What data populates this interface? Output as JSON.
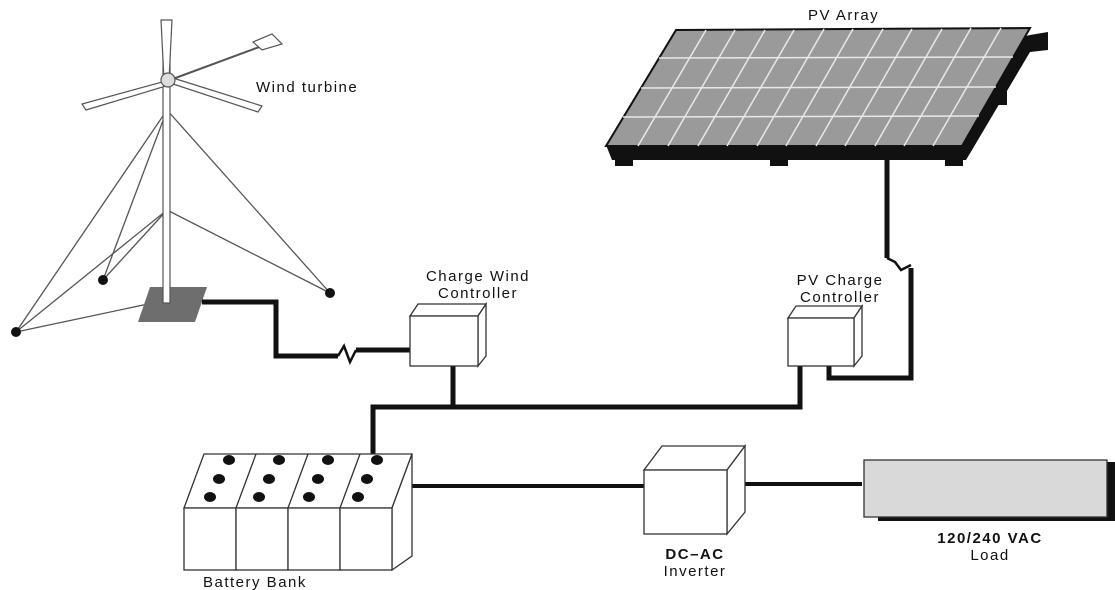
{
  "labels": {
    "pv_array": "PV Array",
    "wind_turbine": "Wind turbine",
    "charge_wind_controller_line1": "Charge Wind",
    "charge_wind_controller_line2": "Controller",
    "pv_charge_controller_line1": "PV Charge",
    "pv_charge_controller_line2": "Controller",
    "battery_bank": "Battery Bank",
    "inverter_line1": "DC–AC",
    "inverter_line2": "Inverter",
    "load_line1": "120/240 VAC",
    "load_line2": "Load"
  },
  "colors": {
    "wire": "#111111",
    "panel_fill": "#9a9a9a",
    "panel_frame": "#111111",
    "load_fill": "#d9d9d9",
    "base_plate": "#6e6e6e",
    "box_fill": "#ffffff",
    "outline": "#333333"
  }
}
